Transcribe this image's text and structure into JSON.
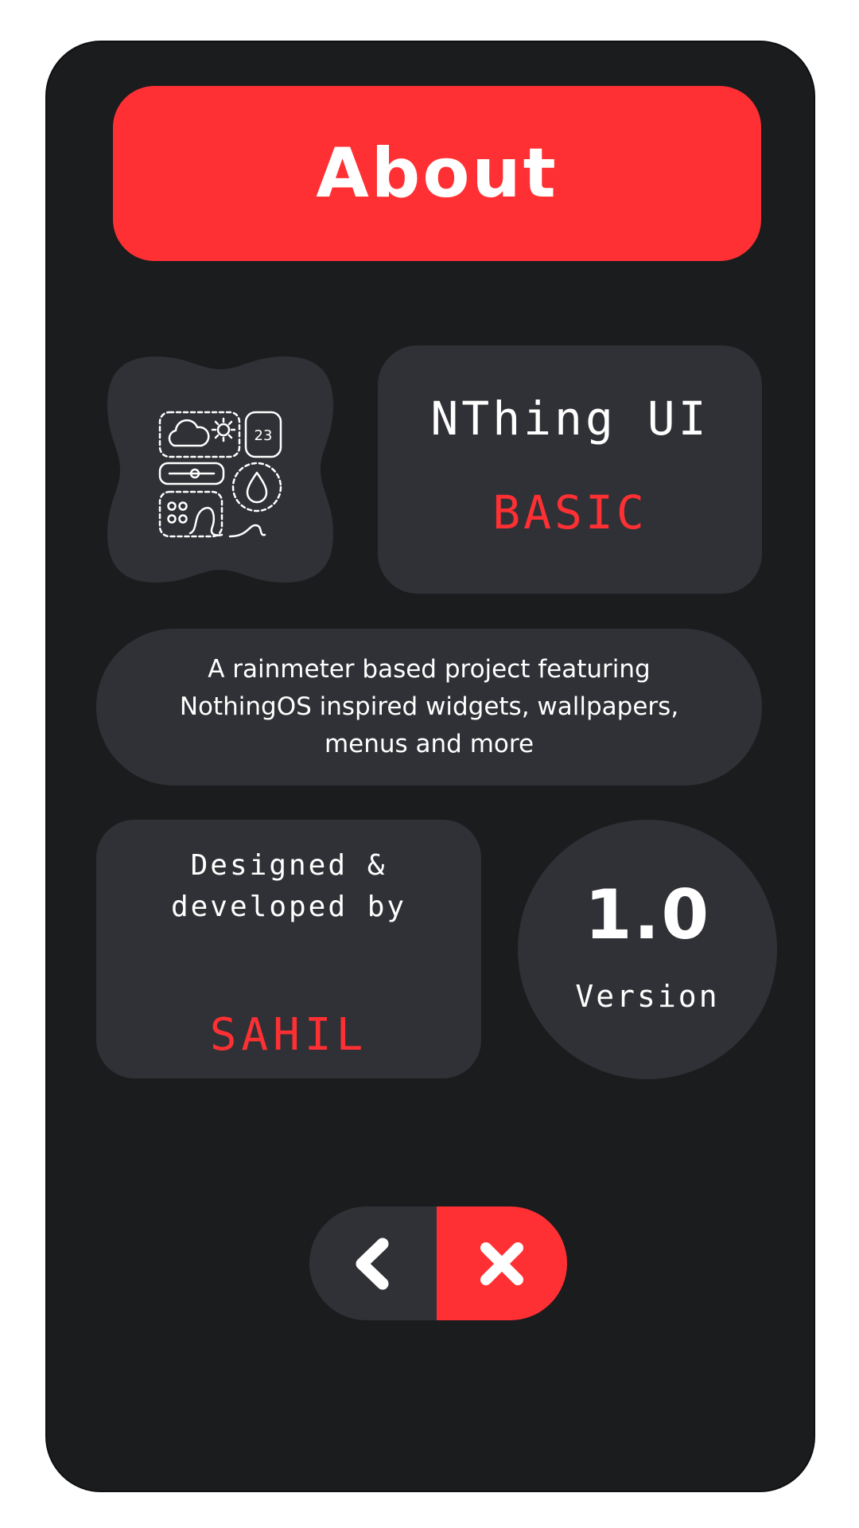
{
  "header": {
    "title": "About"
  },
  "app": {
    "icon": "widgets-icon",
    "icon_badge": "23",
    "name": "NThing UI",
    "edition": "BASIC"
  },
  "description": {
    "text": "A rainmeter based project featuring NothingOS inspired widgets, wallpapers, menus and more"
  },
  "credits": {
    "label": "Designed & developed by",
    "author": "SAHIL"
  },
  "version": {
    "number": "1.0",
    "label": "Version"
  },
  "nav": {
    "back_icon": "chevron-left-icon",
    "close_icon": "close-icon"
  },
  "colors": {
    "accent": "#ff3033",
    "panel": "#1b1c1e",
    "card": "#303136",
    "text": "#ffffff"
  }
}
